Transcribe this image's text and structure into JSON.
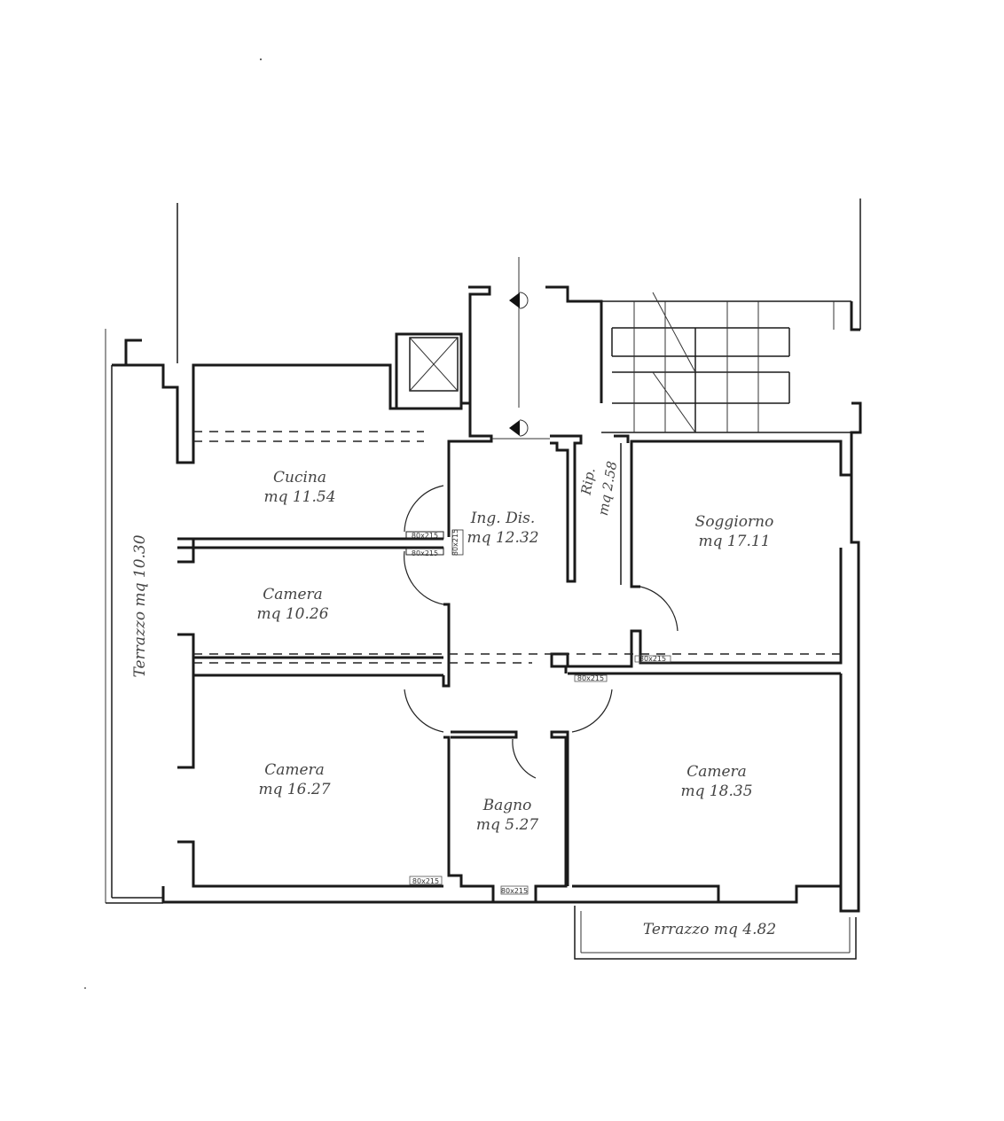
{
  "rooms": {
    "cucina": {
      "name": "Cucina",
      "area": "mq 11.54"
    },
    "ingresso": {
      "name": "Ing. Dis.",
      "area": "mq 12.32"
    },
    "rip": {
      "name": "Rip.",
      "area": "mq 2.58"
    },
    "soggiorno": {
      "name": "Soggiorno",
      "area": "mq 17.11"
    },
    "camera1": {
      "name": "Camera",
      "area": "mq 10.26"
    },
    "camera2": {
      "name": "Camera",
      "area": "mq 16.27"
    },
    "bagno": {
      "name": "Bagno",
      "area": "mq 5.27"
    },
    "camera3": {
      "name": "Camera",
      "area": "mq 18.35"
    }
  },
  "terrazzo_left": "Terrazzo    mq 10.30",
  "terrazzo_bottom": "Terrazzo    mq 4.82",
  "opening_labels": {
    "o1": "80x215",
    "o2": "80x215",
    "o3": "80x215",
    "o4": "80x215",
    "o5": "80x215",
    "o6": "80x215",
    "o7": "80x215"
  }
}
